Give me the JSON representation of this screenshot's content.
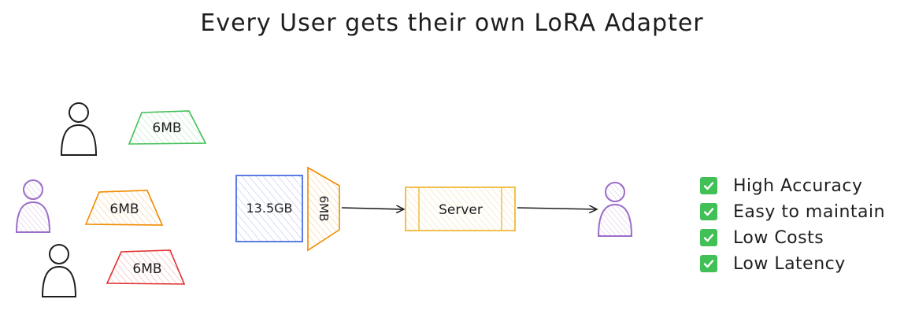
{
  "title": "Every User gets their own LoRA Adapter",
  "adapters": [
    {
      "label": "6MB",
      "color": "#40c057"
    },
    {
      "label": "6MB",
      "color": "#f08c00"
    },
    {
      "label": "6MB",
      "color": "#e03131"
    }
  ],
  "users": [
    {
      "color": "#1e1e1e"
    },
    {
      "color": "#9c6ec9"
    },
    {
      "color": "#1e1e1e"
    },
    {
      "color": "#9c6ec9"
    }
  ],
  "base_model": {
    "label": "13.5GB",
    "color": "#4a6ee0"
  },
  "attached_adapter": {
    "label": "6MB",
    "color": "#f08c00"
  },
  "server": {
    "label": "Server",
    "color": "#f0b93a"
  },
  "benefits": [
    {
      "label": "High Accuracy"
    },
    {
      "label": "Easy to maintain"
    },
    {
      "label": "Low Costs"
    },
    {
      "label": "Low Latency"
    }
  ],
  "check_color": "#40c057"
}
